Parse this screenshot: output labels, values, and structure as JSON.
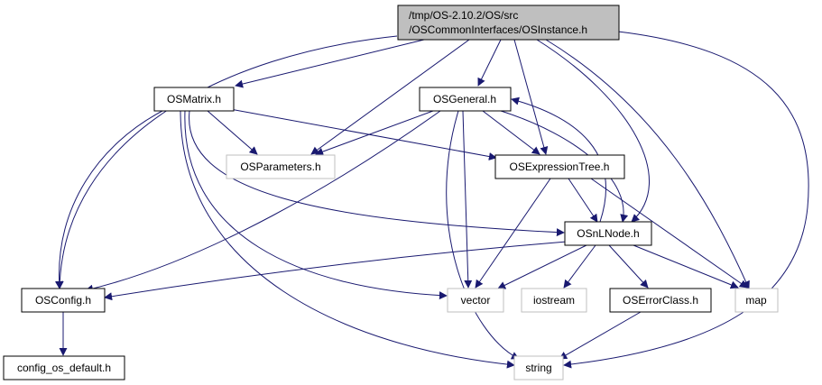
{
  "graph": {
    "colors": {
      "edge": "#191970",
      "box_border": "#000000",
      "box_border_external": "#bfbfbf",
      "root_fill": "#bfbfbf",
      "box_fill": "#ffffff"
    },
    "nodes": [
      {
        "id": "root",
        "lines": [
          "/tmp/OS-2.10.2/OS/src",
          "/OSCommonInterfaces/OSInstance.h"
        ],
        "style": "root"
      },
      {
        "id": "osmatrix",
        "lines": [
          "OSMatrix.h"
        ],
        "style": "normal"
      },
      {
        "id": "osgeneral",
        "lines": [
          "OSGeneral.h"
        ],
        "style": "normal"
      },
      {
        "id": "osparameters",
        "lines": [
          "OSParameters.h"
        ],
        "style": "external"
      },
      {
        "id": "osexpressiontree",
        "lines": [
          "OSExpressionTree.h"
        ],
        "style": "normal"
      },
      {
        "id": "osnlnode",
        "lines": [
          "OSnLNode.h"
        ],
        "style": "normal"
      },
      {
        "id": "osconfig",
        "lines": [
          "OSConfig.h"
        ],
        "style": "normal"
      },
      {
        "id": "vector",
        "lines": [
          "vector"
        ],
        "style": "external"
      },
      {
        "id": "iostream",
        "lines": [
          "iostream"
        ],
        "style": "external"
      },
      {
        "id": "oserrorclass",
        "lines": [
          "OSErrorClass.h"
        ],
        "style": "normal"
      },
      {
        "id": "map",
        "lines": [
          "map"
        ],
        "style": "external"
      },
      {
        "id": "config_os_default",
        "lines": [
          "config_os_default.h"
        ],
        "style": "normal"
      },
      {
        "id": "string",
        "lines": [
          "string"
        ],
        "style": "external"
      }
    ]
  }
}
